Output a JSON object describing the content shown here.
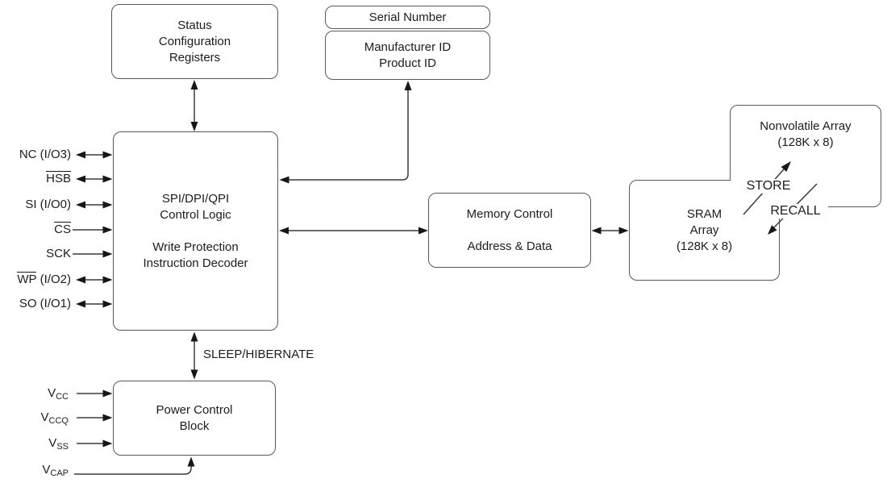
{
  "boxes": {
    "status_config": {
      "lines": [
        "Status",
        "Configuration",
        "Registers"
      ]
    },
    "serial_number": {
      "label": "Serial Number"
    },
    "id_block": {
      "lines": [
        "Manufacturer ID",
        "Product ID"
      ]
    },
    "control_logic": {
      "lines": [
        "SPI/DPI/QPI",
        "Control Logic",
        "Write Protection",
        "Instruction Decoder"
      ]
    },
    "memory_control": {
      "lines": [
        "Memory Control",
        "Address & Data"
      ]
    },
    "nonvolatile_array": {
      "lines": [
        "Nonvolatile Array",
        "(128K x 8)"
      ]
    },
    "sram_array": {
      "lines": [
        "SRAM",
        "Array",
        "(128K x 8)"
      ]
    },
    "power_control": {
      "lines": [
        "Power Control",
        "Block"
      ]
    }
  },
  "labels": {
    "sleep_hibernate": "SLEEP/HIBERNATE",
    "store": "STORE",
    "recall": "RECALL"
  },
  "pins": {
    "nc": {
      "text": "NC (I/O3)"
    },
    "hsb": {
      "over": "HSB"
    },
    "si": {
      "text": "SI (I/O0)"
    },
    "cs": {
      "over": "CS"
    },
    "sck": {
      "text": "SCK"
    },
    "wp": {
      "over": "WP",
      "rest": " (I/O2)"
    },
    "so": {
      "text": "SO (I/O1)"
    }
  },
  "power_pins": {
    "vcc": {
      "base": "V",
      "sub": "CC"
    },
    "vccq": {
      "base": "V",
      "sub": "CCQ"
    },
    "vss": {
      "base": "V",
      "sub": "SS"
    },
    "vcap": {
      "base": "V",
      "sub": "CAP"
    }
  },
  "colors": {
    "background": "#ffffff",
    "box_border": "#585858",
    "text": "#1c1c1c",
    "arrow": "#161616"
  }
}
